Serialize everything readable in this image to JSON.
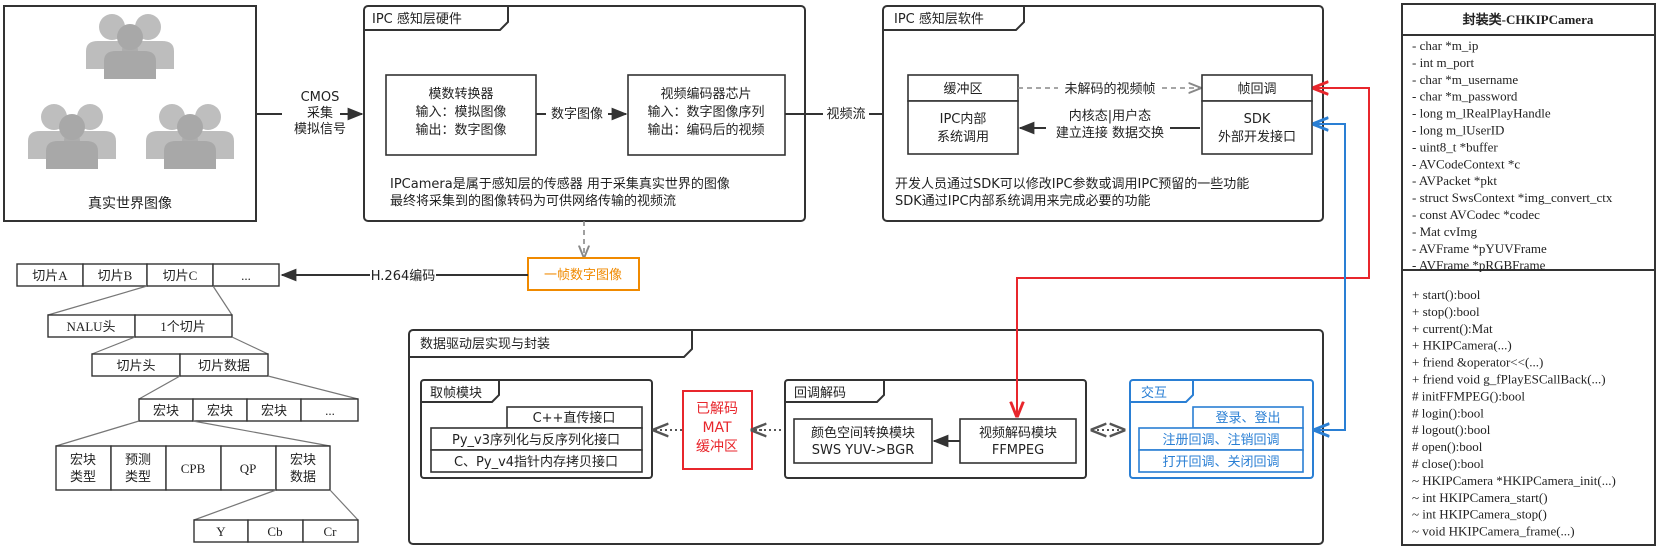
{
  "colors": {
    "red": "#e8262c",
    "blue": "#2a7fd4",
    "orange": "#f08a00",
    "stroke": "#333333"
  },
  "icons": {
    "people": "person-group-icon"
  },
  "real_world": {
    "caption": "真实世界图像"
  },
  "cmos_label": {
    "line1": "CMOS",
    "line2": "采集",
    "line3": "模拟信号"
  },
  "hw": {
    "title": "IPC 感知层硬件",
    "adc": {
      "line1": "模数转换器",
      "line2": "输入：模拟图像",
      "line3": "输出：数字图像"
    },
    "digital_label": "数字图像",
    "encoder": {
      "line1": "视频编码器芯片",
      "line2": "输入：数字图像序列",
      "line3": "输出：编码后的视频"
    },
    "desc1": "IPCamera是属于感知层的传感器 用于采集真实世界的图像",
    "desc2": "最终将采集到的图像转码为可供网络传输的视频流"
  },
  "stream_label": "视频流",
  "sw": {
    "title": "IPC 感知层软件",
    "buffer": "缓冲区",
    "undecoded": "未解码的视频帧",
    "callback": "帧回调",
    "internal": {
      "line1": "IPC内部",
      "line2": "系统调用"
    },
    "mode": {
      "line1": "内核态|用户态",
      "line2": "建立连接 数据交换"
    },
    "sdk": {
      "line1": "SDK",
      "line2": "外部开发接口"
    },
    "desc1": "开发人员通过SDK可以修改IPC参数或调用IPC预留的一些功能",
    "desc2": "SDK通过IPC内部系统调用来完成必要的功能"
  },
  "frame_image": "一帧数字图像",
  "h264_label": "H.264编码",
  "slices": [
    "切片A",
    "切片B",
    "切片C",
    "..."
  ],
  "nalu": [
    "NALU头",
    "1个切片"
  ],
  "slice_parts": [
    "切片头",
    "切片数据"
  ],
  "macroblocks": [
    "宏块",
    "宏块",
    "宏块",
    "..."
  ],
  "mb_fields": [
    [
      "宏块",
      "类型"
    ],
    [
      "预测",
      "类型"
    ],
    [
      "CPB"
    ],
    [
      "QP"
    ],
    [
      "宏块",
      "数据"
    ]
  ],
  "ycbcr": [
    "Y",
    "Cb",
    "Cr"
  ],
  "driver": {
    "title": "数据驱动层实现与封装",
    "fetch": {
      "title": "取帧模块",
      "items": [
        "C++直传接口",
        "Py_v3序列化与反序列化接口",
        "C、Py_v4指针内存拷贝接口"
      ]
    },
    "decoded": [
      "已解码",
      "MAT",
      "缓冲区"
    ],
    "decode": {
      "title": "回调解码",
      "color": {
        "line1": "颜色空间转换模块",
        "line2": "SWS YUV->BGR"
      },
      "video": {
        "line1": "视频解码模块",
        "line2": "FFMPEG"
      }
    },
    "interact": {
      "title": "交互",
      "items": [
        "登录、登出",
        "注册回调、注销回调",
        "打开回调、关闭回调"
      ]
    }
  },
  "class_box": {
    "title": "封装类-CHKIPCamera",
    "fields": [
      "- char *m_ip",
      "- int m_port",
      "- char *m_username",
      "- char *m_password",
      "- long m_lRealPlayHandle",
      "- long m_lUserID",
      "- uint8_t *buffer",
      "- AVCodeContext *c",
      "- AVPacket *pkt",
      "- struct SwsContext *img_convert_ctx",
      "- const AVCodec *codec",
      "- Mat cvImg",
      "- AVFrame *pYUVFrame",
      "- AVFrame *pRGBFrame"
    ],
    "methods": [
      "+ start():bool",
      "+ stop():bool",
      "+ current():Mat",
      "+ HKIPCamera(...)",
      "+ friend &operator<<(...)",
      "+ friend void g_fPlayESCallBack(...)",
      "# initFFMPEG():bool",
      "# login():bool",
      "# logout():bool",
      "# open():bool",
      "# close():bool",
      "~ HKIPCamera *HKIPCamera_init(...)",
      "~ int HKIPCamera_start()",
      "~ int HKIPCamera_stop()",
      "~ void HKIPCamera_frame(...)"
    ]
  }
}
